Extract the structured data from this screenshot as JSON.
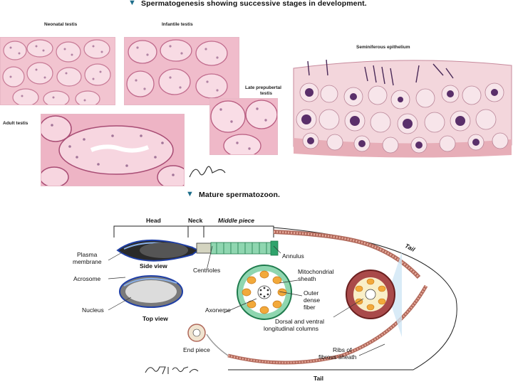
{
  "top": {
    "heading": "Spermatogenesis showing successive stages in development.",
    "labels": {
      "neonatal": "Neonatal testis",
      "infantile": "Infantile testis",
      "late_prepubertal_1": "Late prepubertal",
      "late_prepubertal_2": "testis",
      "adult": "Adult testis",
      "seminiferous": "Seminiferous epithelium"
    }
  },
  "bottom": {
    "heading": "Mature spermatozoon.",
    "labels": {
      "head": "Head",
      "neck": "Neck",
      "middle_piece": "Middle piece",
      "tail_top": "Tail",
      "tail_bottom": "Tail",
      "plasma_1": "Plasma",
      "plasma_2": "membrane",
      "acrosome": "Acrosome",
      "side_view": "Side view",
      "nucleus": "Nucleus",
      "top_view": "Top view",
      "centrioles": "Centrioles",
      "annulus": "Annulus",
      "mito_1": "Mitochondrial",
      "mito_2": "sheath",
      "outer_1": "Outer",
      "outer_2": "dense",
      "outer_3": "fiber",
      "axoneme": "Axoneme",
      "dorsal_1": "Dorsal and ventral",
      "dorsal_2": "longitudinal columns",
      "ribs_1": "Ribs of",
      "ribs_2": "fibrous sheath",
      "end_piece": "End piece"
    }
  },
  "colors": {
    "accent_triangle": "#1d6d8a",
    "tissue_pink": "#f2c4d0",
    "nucleus_purple": "#5a2f6a",
    "mito_green": "#2fa36b",
    "tail_brown": "#b0685a"
  }
}
